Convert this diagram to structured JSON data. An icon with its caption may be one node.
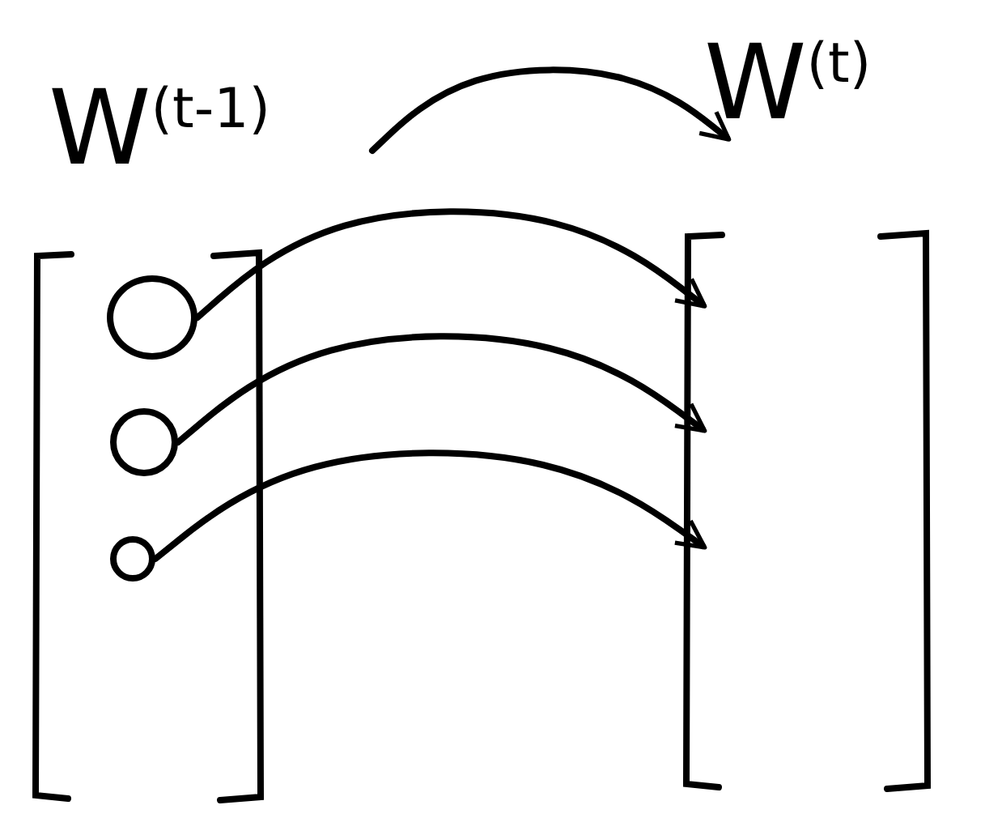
{
  "diagram": {
    "nodes": [
      {
        "text": [
          "W$^{(t-1)}$"
        ]
      },
      {
        "text": [
          "W$^{(t)}$"
        ]
      },
      {
        "text": [],
        "shape": "box"
      },
      {
        "text": [],
        "shape": "circle",
        "in": 2
      },
      {
        "text": [],
        "shape": "circle",
        "in": 2
      },
      {
        "text": [],
        "shape": "circle",
        "in": 2
      },
      {
        "text": [],
        "shape": "box"
      }
    ],
    "edges": [
      {
        "from": 0,
        "to": 1,
        "arrow": "to"
      },
      {
        "from": 3,
        "to": 6,
        "arrow": "to"
      },
      {
        "from": 4,
        "to": 6,
        "arrow": "to"
      },
      {
        "from": 5,
        "to": 6,
        "arrow": "to"
      }
    ]
  }
}
